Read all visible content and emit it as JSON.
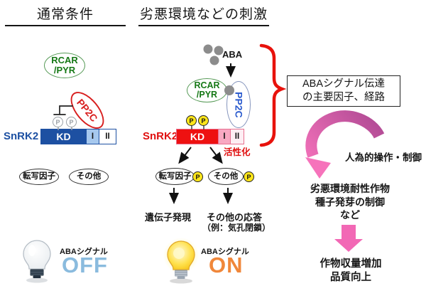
{
  "left": {
    "title": "通常条件",
    "receptor_l1": "RCAR",
    "receptor_l2": "/PYR",
    "pp2c": "PP2C",
    "kinase": "SnRK2",
    "kd": "KD",
    "dom1": "I",
    "dom2": "II",
    "p": "P",
    "tf": "転写因子",
    "other": "その他",
    "signal": "ABAシグナル",
    "state": "OFF"
  },
  "mid": {
    "title": "劣悪環境などの刺激",
    "aba": "ABA",
    "receptor_l1": "RCAR",
    "receptor_l2": "/PYR",
    "pp2c": "PP2C",
    "kinase": "SnRK2",
    "kd": "KD",
    "dom1": "I",
    "dom2": "II",
    "p": "P",
    "activation": "活性化",
    "tf": "転写因子",
    "other": "その他",
    "gene_expression": "遺伝子発現",
    "other_response_l1": "その他の応答",
    "other_response_l2": "（例：気孔閉鎖）",
    "signal": "ABAシグナル",
    "state": "ON"
  },
  "right": {
    "box_l1": "ABAシグナル伝達",
    "box_l2": "の主要因子、経路",
    "manipulation": "人為的操作・制御",
    "app_l1": "劣悪環境耐性作物",
    "app_l2": "種子発芽の制御",
    "app_l3": "など",
    "outcome_l1": "作物収量増加",
    "outcome_l2": "品質向上"
  },
  "icons": {
    "bulb_off": "lightbulb-off",
    "bulb_on": "lightbulb-on",
    "aba_dots": "aba-molecule-dots",
    "brace": "curly-brace",
    "curved_arrow": "curved-manipulation-arrow",
    "block_arrow": "down-block-arrow"
  },
  "colors": {
    "snrk2_blue": "#1d50a2",
    "domain_lightblue": "#a6c8ee",
    "snrk2_red": "#ee1111",
    "domain_pink": "#f8a8c2",
    "domain_palepink": "#fdeef3",
    "receptor_green": "#157815",
    "pp2c_red": "#d81e1e",
    "pp2c_blue": "#2b5bce",
    "phosphate_yellow": "#ffe61a",
    "off_blue": "#8abbde",
    "on_orange": "#f0873a",
    "brace_red": "#e8120c",
    "pink_arrow": "#f268b5",
    "pink_arrow_dark": "#b04a94",
    "activation_red": "#e01010",
    "gray_dot": "#8c8c8c"
  }
}
